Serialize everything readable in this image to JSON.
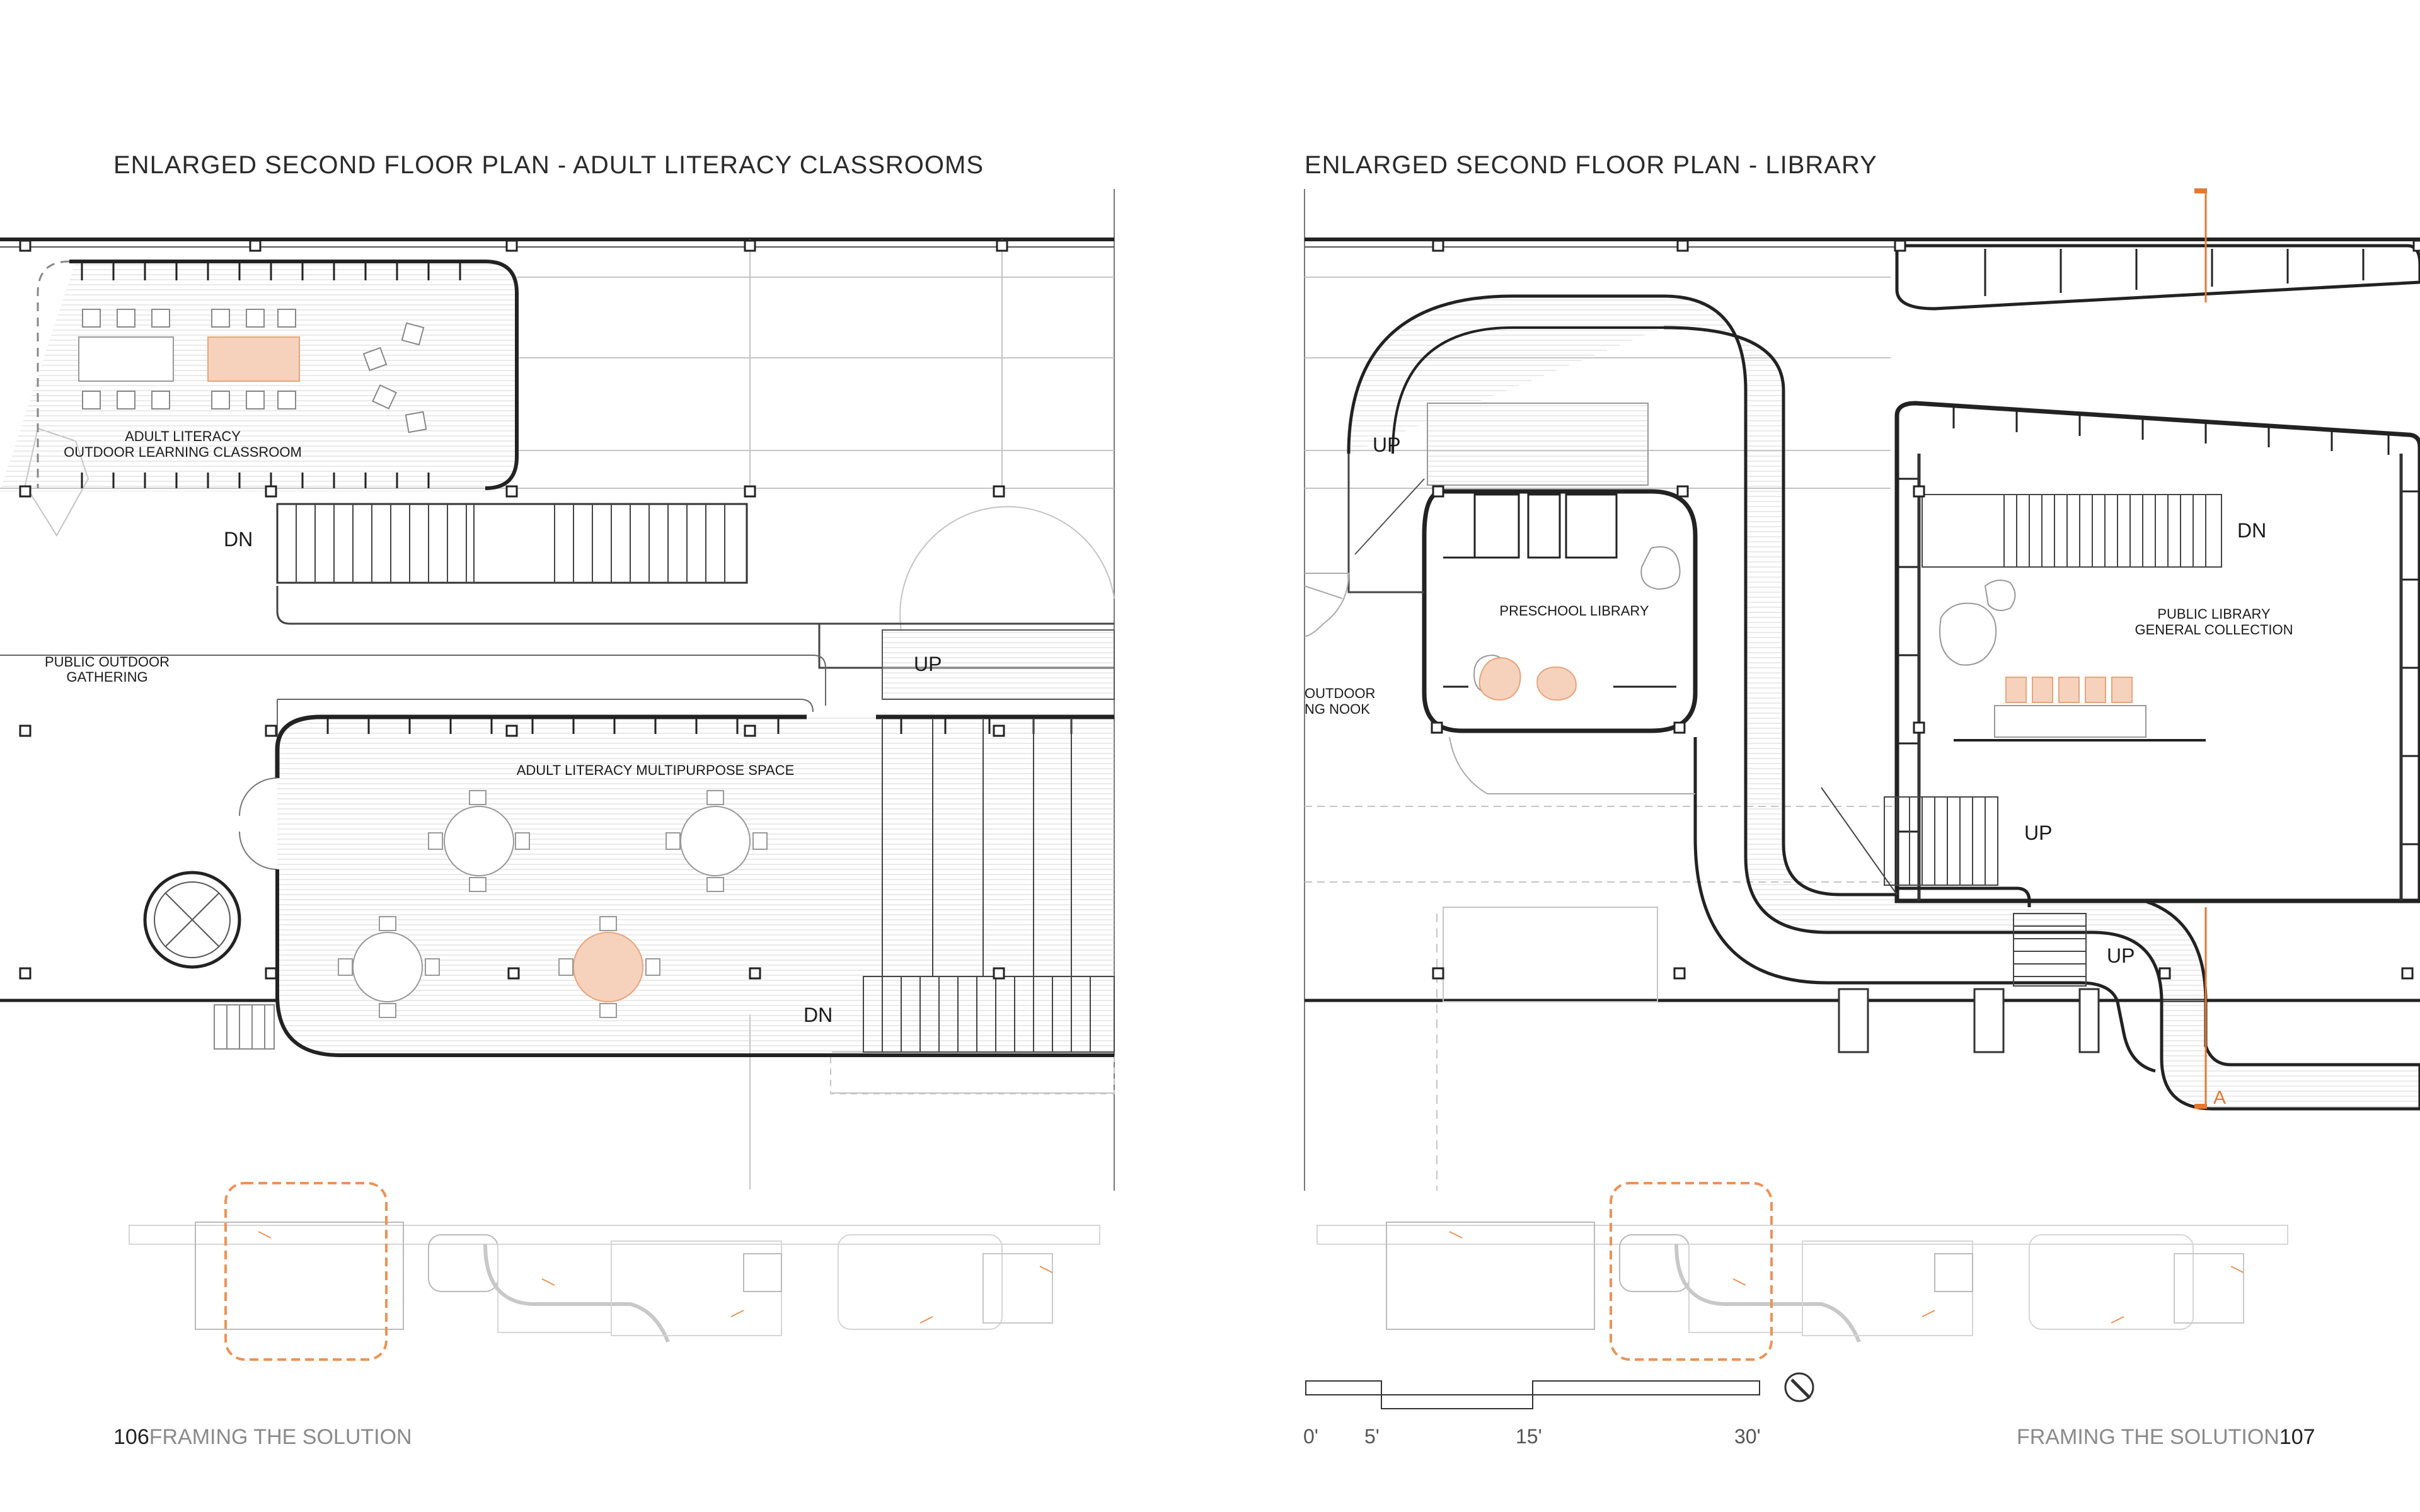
{
  "left_page": {
    "title": "ENLARGED SECOND FLOOR PLAN - ADULT LITERACY CLASSROOMS",
    "rooms": {
      "outdoor_classroom_line1": "ADULT LITERACY",
      "outdoor_classroom_line2": "OUTDOOR LEARNING CLASSROOM",
      "gathering_line1": "PUBLIC OUTDOOR",
      "gathering_line2": "GATHERING",
      "multipurpose": "ADULT LITERACY MULTIPURPOSE SPACE"
    },
    "stair_labels": {
      "dn_upper": "DN",
      "up": "UP",
      "dn_lower": "DN"
    },
    "page_number": "106",
    "section": "FRAMING THE SOLUTION"
  },
  "right_page": {
    "title": "ENLARGED SECOND FLOOR PLAN - LIBRARY",
    "rooms": {
      "preschool": "PRESCHOOL LIBRARY",
      "public_line1": "PUBLIC LIBRARY",
      "public_line2": "GENERAL COLLECTION",
      "nook_line1": "OUTDOOR",
      "nook_line2": "NG NOOK"
    },
    "stair_labels": {
      "up_left": "UP",
      "dn_right": "DN",
      "up_mid": "UP",
      "up_lower": "UP"
    },
    "section_marker": "A",
    "scale_bar": {
      "labels": [
        "0'",
        "5'",
        "15'",
        "30'"
      ]
    },
    "page_number": "107",
    "section": "FRAMING THE SOLUTION"
  },
  "colors": {
    "accent": "#e8772e",
    "accent_fill": "#f6d2bd",
    "line": "#333333",
    "light_line": "#b9b9b9"
  }
}
